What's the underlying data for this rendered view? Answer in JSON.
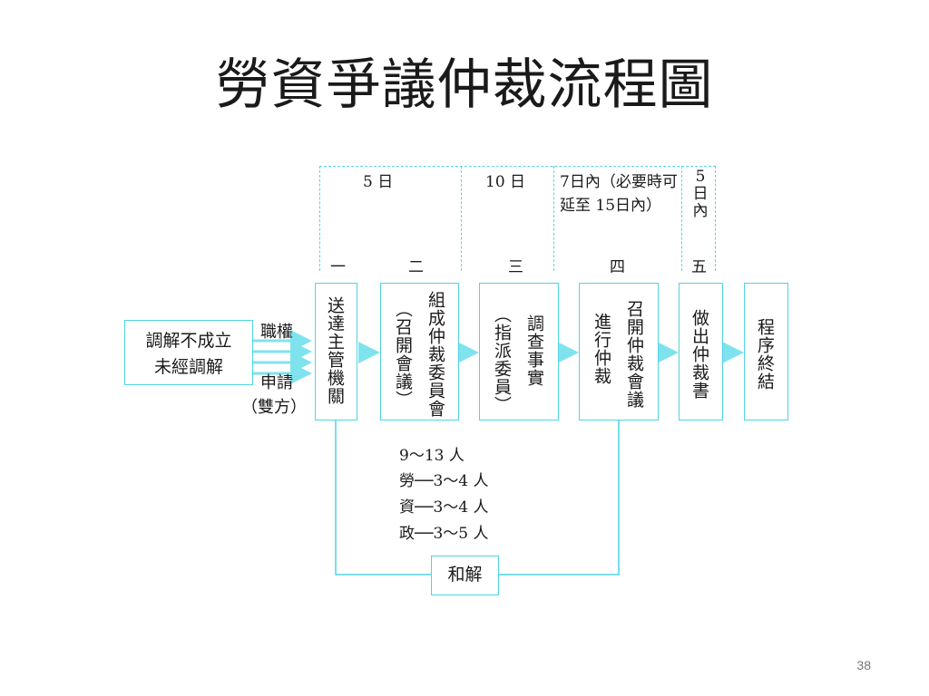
{
  "title": "勞資爭議仲裁流程圖",
  "page_number": "38",
  "timeline": {
    "spans": [
      {
        "label": "5 日"
      },
      {
        "label": "10 日"
      },
      {
        "label": "7日內（必要時可延至 15日內）"
      },
      {
        "label": "5日內"
      }
    ],
    "steps": [
      "一",
      "二",
      "三",
      "四",
      "五"
    ]
  },
  "start_box": {
    "line1": "調解不成立",
    "line2": "未經調解"
  },
  "inputs": {
    "upper": "職權",
    "lower1": "申請",
    "lower2": "（雙方）"
  },
  "boxes": {
    "send": "送達主管機關",
    "form_col1": "組成仲裁委員會",
    "form_col2": "（召開會議）",
    "investigate_col1": "調查事實",
    "investigate_col2": "（指派委員）",
    "arbitrate_col1": "召開仲裁會議",
    "arbitrate_col2": "進行仲裁",
    "award": "做出仲裁書",
    "end": "程序終結"
  },
  "members": {
    "total": "9～13 人",
    "labor": "勞──3～4 人",
    "capital": "資──3～4 人",
    "government": "政──3～5 人"
  },
  "settle": "和解",
  "colors": {
    "line": "#4fd4e4",
    "dashed": "#55d6e4"
  }
}
